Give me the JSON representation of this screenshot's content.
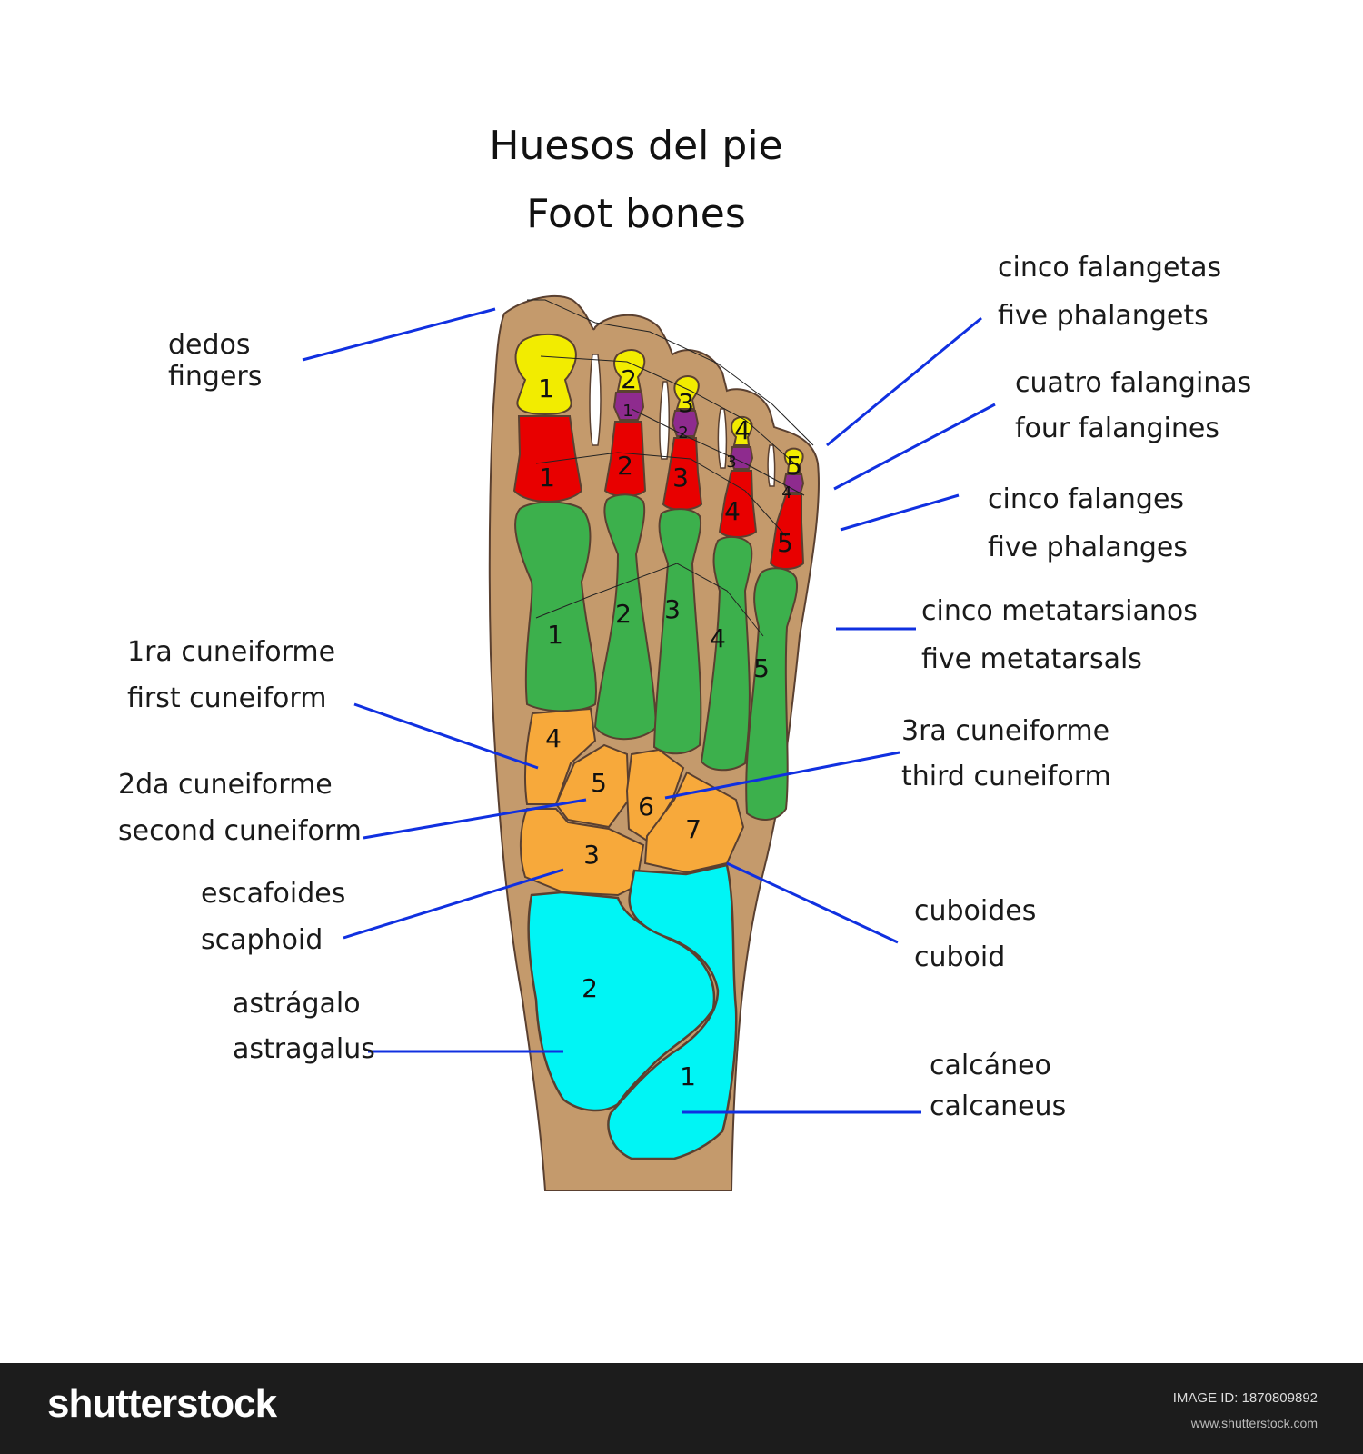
{
  "title": {
    "line1": "Huesos del pie",
    "line2": "Foot bones"
  },
  "labels": {
    "toes": {
      "es": "dedos",
      "en": "fingers"
    },
    "phalangets": {
      "es": "cinco falangetas",
      "en": "five phalangets"
    },
    "falangines": {
      "es": "cuatro  falanginas",
      "en": "four falangines"
    },
    "phalanges": {
      "es": "cinco falanges",
      "en": "five phalanges"
    },
    "metatarsals": {
      "es": "cinco metatarsianos",
      "en": "five metatarsals"
    },
    "first_cuneiform": {
      "es": "1ra cuneiforme",
      "en": "first cuneiform"
    },
    "second_cuneiform": {
      "es": "2da  cuneiforme",
      "en": "second cuneiform"
    },
    "third_cuneiform": {
      "es": "3ra  cuneiforme",
      "en": "third cuneiform"
    },
    "scaphoid": {
      "es": "escafoides",
      "en": "scaphoid"
    },
    "cuboid": {
      "es": "cuboides",
      "en": "cuboid"
    },
    "astragalus": {
      "es": "astrágalo",
      "en": "astragalus"
    },
    "calcaneus": {
      "es": "calcáneo",
      "en": "calcaneus"
    }
  },
  "bone_numbers": {
    "distal": [
      "1",
      "2",
      "3",
      "4",
      "5"
    ],
    "middle": [
      "1",
      "2",
      "3",
      "4"
    ],
    "proximal": [
      "1",
      "2",
      "3",
      "4",
      "5"
    ],
    "metatarsal": [
      "1",
      "2",
      "3",
      "4",
      "5"
    ],
    "tarsal": [
      "1",
      "2",
      "3",
      "4",
      "5",
      "6",
      "7"
    ]
  },
  "colors": {
    "skin": "#c49a6c",
    "distal_phalanx": "#f2ec00",
    "middle_phalanx": "#8e2b8e",
    "proximal_phalanx": "#e80000",
    "metatarsal": "#3cb04c",
    "tarsal_small": "#f7a93b",
    "tarsal_large": "#00f5f5",
    "pointer": "#1030e0"
  },
  "footer": {
    "brand": "shutterstock",
    "image_id": "IMAGE ID: 1870809892",
    "site": "www.shutterstock.com"
  }
}
